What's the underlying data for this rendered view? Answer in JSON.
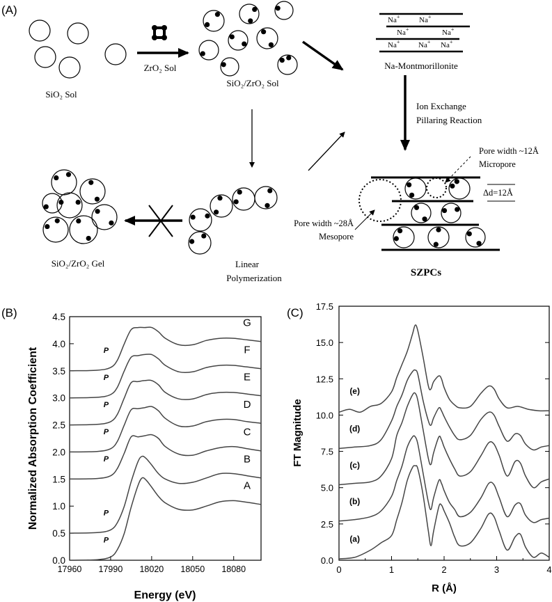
{
  "panel_a": {
    "label": "(A)",
    "sio2_sol": "SiO₂ Sol",
    "zro2_sol": "ZrO₂ Sol",
    "sio2_zro2_sol": "SiO₂/ZrO₂ Sol",
    "na_mont": "Na-Montmorillonite",
    "na_ion": "Na",
    "na_charge": "+",
    "ion_exchange": "Ion Exchange",
    "pillaring": "Pillaring Reaction",
    "pore12": "Pore width ~12Å",
    "micropore": "Micropore",
    "delta_d": "Δd=12Å",
    "pore28": "Pore width ~28Å",
    "mesopore": "Mesopore",
    "szpcs": "SZPCs",
    "gel": "SiO₂/ZrO₂ Gel",
    "linear": "Linear",
    "polymerization": "Polymerization"
  },
  "chart_data": [
    {
      "type": "line",
      "panel_label": "(B)",
      "xlabel": "Energy (eV)",
      "ylabel": "Normalized Absorption Coefficient",
      "xlim": [
        17960,
        18100
      ],
      "ylim": [
        0,
        4.5
      ],
      "xticks": [
        17960,
        17990,
        18020,
        18050,
        18080
      ],
      "yticks": [
        "0.0",
        "0.5",
        "1.0",
        "1.5",
        "2.0",
        "2.5",
        "3.0",
        "3.5",
        "4.0",
        "4.5"
      ],
      "pre_edge_label": "P",
      "series": [
        {
          "name": "A",
          "offset": 0.0,
          "x": [
            17960,
            17980,
            17990,
            17995,
            18000,
            18005,
            18010,
            18013,
            18016,
            18020,
            18025,
            18030,
            18040,
            18050,
            18060,
            18070,
            18080,
            18090,
            18100
          ],
          "y": [
            0.0,
            0.01,
            0.06,
            0.2,
            0.5,
            0.98,
            1.38,
            1.52,
            1.48,
            1.35,
            1.18,
            1.06,
            0.94,
            0.93,
            1.0,
            1.08,
            1.1,
            1.07,
            1.03
          ]
        },
        {
          "name": "B",
          "offset": 0.5,
          "x": [
            17960,
            17980,
            17990,
            17995,
            18000,
            18005,
            18010,
            18013,
            18016,
            18020,
            18025,
            18030,
            18040,
            18050,
            18060,
            18070,
            18080,
            18090,
            18100
          ],
          "y": [
            0.5,
            0.51,
            0.56,
            0.7,
            1.0,
            1.45,
            1.82,
            1.92,
            1.88,
            1.76,
            1.6,
            1.5,
            1.42,
            1.44,
            1.52,
            1.6,
            1.6,
            1.56,
            1.52
          ]
        },
        {
          "name": "C",
          "offset": 1.5,
          "x": [
            17960,
            17980,
            17990,
            17995,
            18000,
            18005,
            18010,
            18015,
            18020,
            18025,
            18030,
            18040,
            18050,
            18060,
            18070,
            18080,
            18090,
            18100
          ],
          "y": [
            1.5,
            1.51,
            1.56,
            1.7,
            1.98,
            2.28,
            2.28,
            2.3,
            2.32,
            2.25,
            2.1,
            1.96,
            1.94,
            2.02,
            2.08,
            2.1,
            2.06,
            2.02
          ]
        },
        {
          "name": "D",
          "offset": 2.0,
          "x": [
            17960,
            17980,
            17990,
            17995,
            18000,
            18005,
            18010,
            18015,
            18020,
            18025,
            18030,
            18040,
            18050,
            18060,
            18070,
            18080,
            18090,
            18100
          ],
          "y": [
            2.0,
            2.01,
            2.06,
            2.2,
            2.5,
            2.78,
            2.8,
            2.82,
            2.84,
            2.76,
            2.62,
            2.48,
            2.48,
            2.56,
            2.6,
            2.6,
            2.56,
            2.53
          ]
        },
        {
          "name": "E",
          "offset": 2.5,
          "x": [
            17960,
            17980,
            17990,
            17995,
            18000,
            18005,
            18010,
            18015,
            18020,
            18025,
            18030,
            18040,
            18050,
            18060,
            18070,
            18080,
            18090,
            18100
          ],
          "y": [
            2.5,
            2.51,
            2.56,
            2.7,
            3.0,
            3.28,
            3.3,
            3.32,
            3.32,
            3.24,
            3.1,
            2.98,
            2.98,
            3.06,
            3.1,
            3.1,
            3.07,
            3.04
          ]
        },
        {
          "name": "F",
          "offset": 3.0,
          "x": [
            17960,
            17980,
            17990,
            17995,
            18000,
            18005,
            18010,
            18015,
            18020,
            18025,
            18030,
            18040,
            18050,
            18060,
            18070,
            18080,
            18090,
            18100
          ],
          "y": [
            3.0,
            3.01,
            3.06,
            3.2,
            3.5,
            3.75,
            3.78,
            3.8,
            3.8,
            3.72,
            3.6,
            3.48,
            3.48,
            3.56,
            3.6,
            3.6,
            3.57,
            3.54
          ]
        },
        {
          "name": "G",
          "offset": 3.5,
          "x": [
            17960,
            17980,
            17990,
            17995,
            18000,
            18005,
            18010,
            18015,
            18020,
            18025,
            18030,
            18040,
            18050,
            18060,
            18070,
            18080,
            18090,
            18100
          ],
          "y": [
            3.5,
            3.51,
            3.56,
            3.7,
            4.0,
            4.26,
            4.3,
            4.3,
            4.3,
            4.22,
            4.1,
            3.98,
            3.98,
            4.06,
            4.1,
            4.1,
            4.07,
            4.04
          ]
        }
      ]
    },
    {
      "type": "line",
      "panel_label": "(C)",
      "xlabel": "R (Å)",
      "ylabel": "FT Magnitude",
      "xlim": [
        0,
        4
      ],
      "ylim": [
        0,
        17.5
      ],
      "xticks": [
        "0",
        "1",
        "2",
        "3",
        "4"
      ],
      "yticks": [
        "0.0",
        "2.5",
        "5.0",
        "7.5",
        "10.0",
        "12.5",
        "15.0",
        "17.5"
      ],
      "series": [
        {
          "name": "(a)",
          "x": [
            0,
            0.3,
            0.6,
            0.8,
            1.0,
            1.1,
            1.2,
            1.3,
            1.4,
            1.45,
            1.5,
            1.6,
            1.7,
            1.75,
            1.8,
            1.9,
            1.95,
            2.0,
            2.1,
            2.2,
            2.3,
            2.5,
            2.7,
            2.85,
            2.95,
            3.05,
            3.2,
            3.35,
            3.45,
            3.55,
            3.7,
            3.85,
            4.0
          ],
          "y": [
            0.1,
            0.2,
            0.7,
            1.2,
            1.7,
            2.8,
            4.0,
            5.5,
            6.4,
            6.5,
            6.3,
            4.5,
            2.0,
            1.0,
            2.0,
            3.7,
            3.8,
            3.4,
            2.6,
            1.6,
            1.0,
            1.2,
            2.2,
            3.2,
            3.0,
            2.0,
            0.7,
            1.6,
            1.8,
            0.9,
            0.2,
            0.5,
            0.2
          ]
        },
        {
          "name": "(b)",
          "x": [
            0,
            0.3,
            0.6,
            0.8,
            1.0,
            1.1,
            1.2,
            1.3,
            1.4,
            1.45,
            1.5,
            1.6,
            1.7,
            1.75,
            1.8,
            1.9,
            1.95,
            2.0,
            2.1,
            2.2,
            2.3,
            2.5,
            2.7,
            2.85,
            2.95,
            3.05,
            3.2,
            3.35,
            3.45,
            3.55,
            3.7,
            3.85,
            4.0
          ],
          "y": [
            2.7,
            2.8,
            3.0,
            3.4,
            4.4,
            5.5,
            6.5,
            7.8,
            8.5,
            8.5,
            8.0,
            6.0,
            4.0,
            3.5,
            4.3,
            5.5,
            5.3,
            4.8,
            4.0,
            3.5,
            3.0,
            3.3,
            4.3,
            5.3,
            5.2,
            4.3,
            3.0,
            3.8,
            3.9,
            3.1,
            2.6,
            2.8,
            2.9
          ]
        },
        {
          "name": "(c)",
          "x": [
            0,
            0.3,
            0.6,
            0.8,
            1.0,
            1.1,
            1.2,
            1.3,
            1.4,
            1.45,
            1.5,
            1.6,
            1.7,
            1.75,
            1.8,
            1.9,
            1.95,
            2.0,
            2.1,
            2.2,
            2.3,
            2.5,
            2.7,
            2.85,
            2.95,
            3.05,
            3.2,
            3.35,
            3.45,
            3.55,
            3.7,
            3.85,
            4.0
          ],
          "y": [
            5.2,
            5.3,
            5.4,
            5.8,
            7.0,
            8.6,
            9.5,
            10.6,
            11.4,
            11.5,
            11.0,
            9.0,
            7.0,
            6.6,
            7.4,
            8.5,
            8.3,
            7.8,
            7.0,
            6.3,
            5.8,
            6.1,
            7.2,
            8.1,
            8.0,
            7.2,
            5.8,
            6.8,
            6.7,
            5.8,
            5.0,
            5.4,
            5.6
          ]
        },
        {
          "name": "(d)",
          "x": [
            0,
            0.3,
            0.6,
            0.8,
            1.0,
            1.1,
            1.2,
            1.3,
            1.4,
            1.45,
            1.5,
            1.6,
            1.7,
            1.75,
            1.8,
            1.9,
            1.95,
            2.0,
            2.1,
            2.2,
            2.3,
            2.5,
            2.7,
            2.85,
            2.95,
            3.05,
            3.2,
            3.35,
            3.45,
            3.55,
            3.7,
            3.85,
            4.0
          ],
          "y": [
            7.7,
            7.8,
            7.9,
            8.3,
            9.6,
            10.6,
            11.4,
            12.4,
            13.0,
            13.1,
            12.8,
            11.0,
            9.6,
            9.3,
            9.8,
            10.5,
            10.3,
            9.9,
            9.2,
            8.6,
            8.3,
            8.6,
            9.7,
            10.2,
            10.0,
            9.2,
            8.2,
            8.7,
            8.6,
            8.0,
            7.6,
            7.8,
            7.9
          ]
        },
        {
          "name": "(e)",
          "x": [
            0,
            0.2,
            0.4,
            0.6,
            0.8,
            1.0,
            1.1,
            1.2,
            1.3,
            1.4,
            1.45,
            1.5,
            1.6,
            1.7,
            1.75,
            1.8,
            1.9,
            1.95,
            2.0,
            2.1,
            2.2,
            2.3,
            2.5,
            2.7,
            2.85,
            2.95,
            3.05,
            3.2,
            3.4,
            3.6,
            3.8,
            4.0
          ],
          "y": [
            10.2,
            10.4,
            10.2,
            10.6,
            10.8,
            11.6,
            12.6,
            13.5,
            14.4,
            15.6,
            16.2,
            15.8,
            14.0,
            12.0,
            11.8,
            12.3,
            12.7,
            12.5,
            11.9,
            11.1,
            10.7,
            10.5,
            10.6,
            11.5,
            12.0,
            11.8,
            11.1,
            10.5,
            10.6,
            10.4,
            10.3,
            10.3
          ]
        }
      ]
    }
  ]
}
